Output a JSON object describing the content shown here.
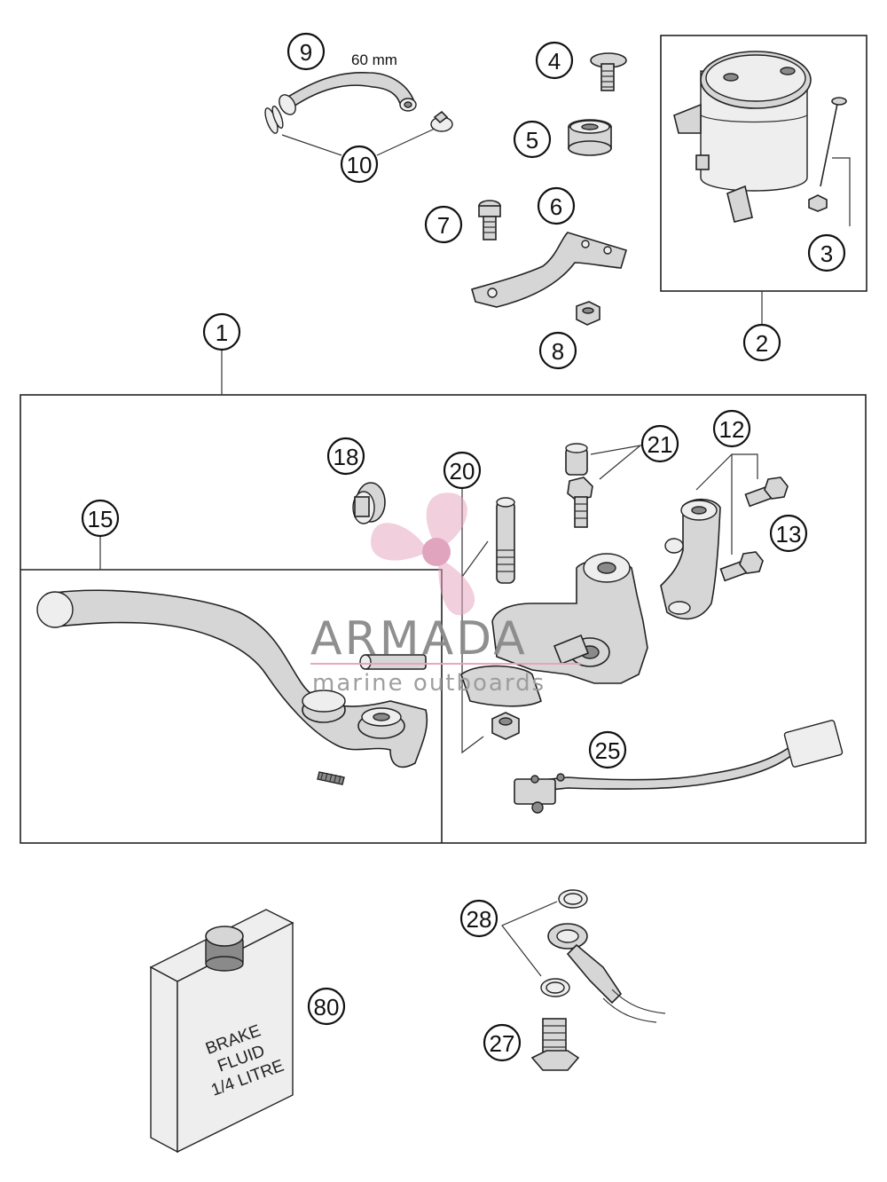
{
  "diagram": {
    "callouts": [
      {
        "id": "c1",
        "text": "1"
      },
      {
        "id": "c2",
        "text": "2"
      },
      {
        "id": "c3",
        "text": "3"
      },
      {
        "id": "c4",
        "text": "4"
      },
      {
        "id": "c5",
        "text": "5"
      },
      {
        "id": "c6",
        "text": "6"
      },
      {
        "id": "c7",
        "text": "7"
      },
      {
        "id": "c8",
        "text": "8"
      },
      {
        "id": "c9",
        "text": "9"
      },
      {
        "id": "c10",
        "text": "10"
      },
      {
        "id": "c12",
        "text": "12"
      },
      {
        "id": "c13",
        "text": "13"
      },
      {
        "id": "c15",
        "text": "15"
      },
      {
        "id": "c18",
        "text": "18"
      },
      {
        "id": "c20",
        "text": "20"
      },
      {
        "id": "c21",
        "text": "21"
      },
      {
        "id": "c25",
        "text": "25"
      },
      {
        "id": "c27",
        "text": "27"
      },
      {
        "id": "c28",
        "text": "28"
      },
      {
        "id": "c80",
        "text": "80"
      }
    ],
    "hose_length_label": "60 mm",
    "bottle_label": [
      "BRAKE",
      "FLUID",
      "1/4 LITRE"
    ]
  },
  "watermark": {
    "title": "ARMADA",
    "subtitle": "marine outboards",
    "colors": {
      "propeller": "#e6a3be",
      "hub": "#e0a0bc",
      "text": "#8a8a8a",
      "rule": "#e6a3be"
    }
  }
}
